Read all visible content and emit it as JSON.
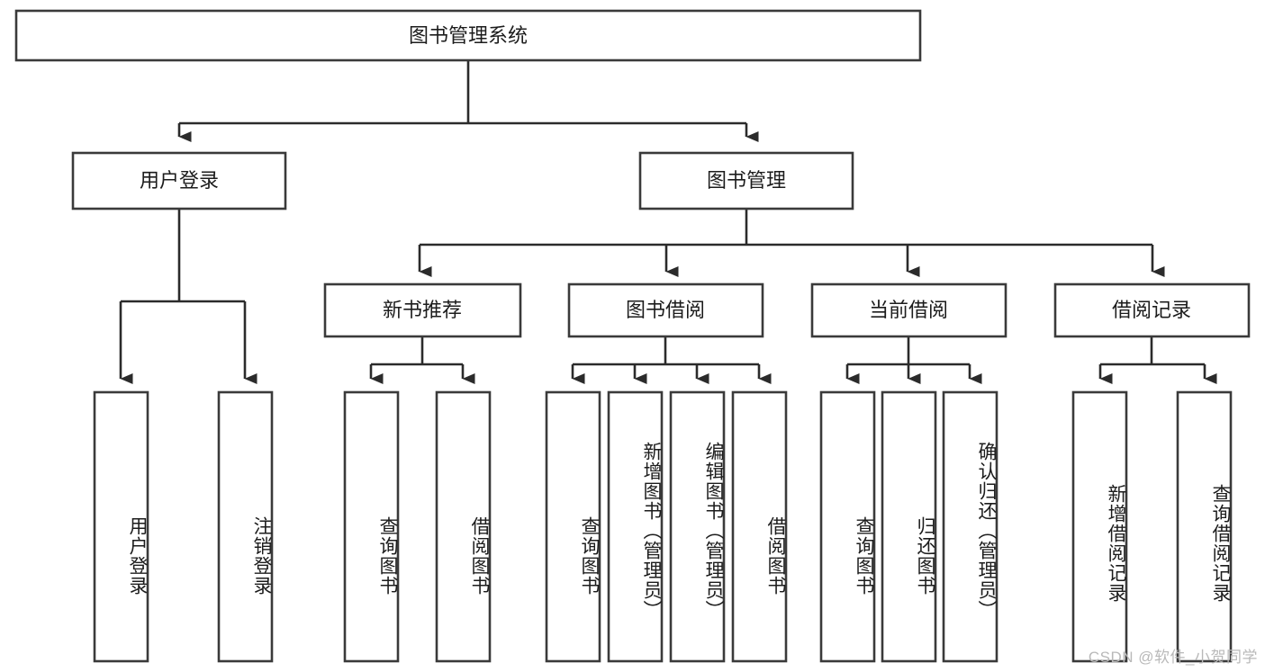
{
  "diagram": {
    "type": "tree-hierarchy-chart",
    "title": "图书管理系统",
    "watermark": "CSDN @软件_小贺同学",
    "colors": {
      "background": "#ffffff",
      "box_fill": "#ffffff",
      "box_stroke": "#3a3a3a",
      "connector": "#2b2b2b",
      "text": "#1c1c1c",
      "watermark": "#b9b9b9"
    },
    "levels": {
      "root": {
        "id": "root",
        "label": "图书管理系统",
        "orientation": "horizontal"
      },
      "level2": [
        {
          "id": "user-login",
          "label": "用户登录",
          "orientation": "horizontal"
        },
        {
          "id": "book-management",
          "label": "图书管理",
          "orientation": "horizontal"
        }
      ],
      "level3": [
        {
          "id": "new-book-recommend",
          "label": "新书推荐",
          "orientation": "horizontal",
          "parent": "book-management"
        },
        {
          "id": "book-borrow",
          "label": "图书借阅",
          "orientation": "horizontal",
          "parent": "book-management"
        },
        {
          "id": "current-borrow",
          "label": "当前借阅",
          "orientation": "horizontal",
          "parent": "book-management"
        },
        {
          "id": "borrow-record",
          "label": "借阅记录",
          "orientation": "horizontal",
          "parent": "book-management"
        }
      ],
      "leaves": [
        {
          "id": "leaf-user-login",
          "label": "用户登录",
          "orientation": "vertical",
          "parent": "user-login"
        },
        {
          "id": "leaf-logout-login",
          "label": "注销登录",
          "orientation": "vertical",
          "parent": "user-login"
        },
        {
          "id": "leaf-query-book-1",
          "label": "查询图书",
          "orientation": "vertical",
          "parent": "new-book-recommend"
        },
        {
          "id": "leaf-borrow-book-1",
          "label": "借阅图书",
          "orientation": "vertical",
          "parent": "new-book-recommend"
        },
        {
          "id": "leaf-query-book-2",
          "label": "查询图书",
          "orientation": "vertical",
          "parent": "book-borrow"
        },
        {
          "id": "leaf-add-book",
          "label": "新增图书（管理员）",
          "orientation": "vertical",
          "parent": "book-borrow"
        },
        {
          "id": "leaf-edit-book",
          "label": "编辑图书（管理员）",
          "orientation": "vertical",
          "parent": "book-borrow"
        },
        {
          "id": "leaf-borrow-book-2",
          "label": "借阅图书",
          "orientation": "vertical",
          "parent": "book-borrow"
        },
        {
          "id": "leaf-query-book-3",
          "label": "查询图书",
          "orientation": "vertical",
          "parent": "current-borrow"
        },
        {
          "id": "leaf-return-book",
          "label": "归还图书",
          "orientation": "vertical",
          "parent": "current-borrow"
        },
        {
          "id": "leaf-confirm-return",
          "label": "确认归还（管理员）",
          "orientation": "vertical",
          "parent": "current-borrow"
        },
        {
          "id": "leaf-add-record",
          "label": "新增借阅记录",
          "orientation": "vertical",
          "parent": "borrow-record"
        },
        {
          "id": "leaf-query-record",
          "label": "查询借阅记录",
          "orientation": "vertical",
          "parent": "borrow-record"
        }
      ]
    }
  }
}
